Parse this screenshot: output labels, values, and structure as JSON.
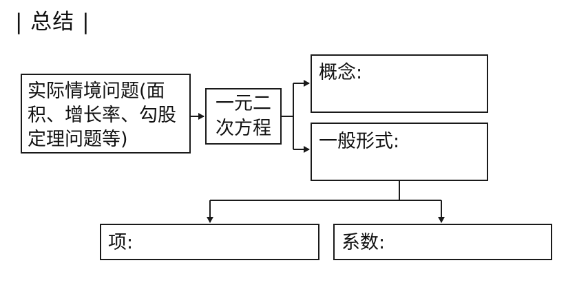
{
  "heading": "| 总结 |",
  "nodes": {
    "problems": "实际情境问题(面积、增长率、勾股定理问题等)",
    "equation": "一元二次方程",
    "concept": "概念:",
    "general_form": "一般形式:",
    "term": "项:",
    "coefficient": "系数:"
  }
}
